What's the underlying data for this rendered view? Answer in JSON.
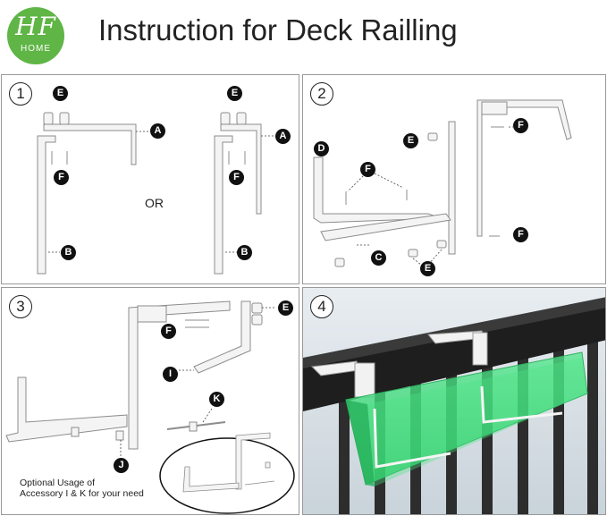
{
  "header": {
    "logo_mark": "HF",
    "logo_sub": "HOME",
    "title": "Instruction for Deck Railling"
  },
  "steps": [
    {
      "number": "1",
      "or_label": "OR",
      "parts": [
        "E",
        "A",
        "F",
        "B",
        "E",
        "A",
        "F",
        "B"
      ]
    },
    {
      "number": "2",
      "parts": [
        "F",
        "E",
        "D",
        "F",
        "F",
        "C",
        "E"
      ]
    },
    {
      "number": "3",
      "parts": [
        "E",
        "F",
        "I",
        "K",
        "J"
      ],
      "optional_line1": "Optional Usage of",
      "optional_line2": "Accessory I & K for your need"
    },
    {
      "number": "4"
    }
  ],
  "colors": {
    "logo_green": "#5fb545",
    "planter_green": "#3fe07a",
    "railing": "#2a2a2a",
    "sky": "#dde4ea"
  }
}
